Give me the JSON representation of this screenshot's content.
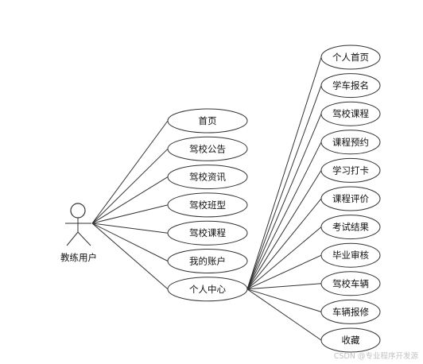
{
  "actor": {
    "name": "教练用户"
  },
  "primary_use_cases": [
    {
      "id": "uc-home",
      "label": "首页"
    },
    {
      "id": "uc-announcement",
      "label": "驾校公告"
    },
    {
      "id": "uc-news",
      "label": "驾校资讯"
    },
    {
      "id": "uc-classes",
      "label": "驾校班型"
    },
    {
      "id": "uc-courses",
      "label": "驾校课程"
    },
    {
      "id": "uc-my-account",
      "label": "我的账户"
    },
    {
      "id": "uc-personal-center",
      "label": "个人中心"
    }
  ],
  "personal_center_use_cases": [
    {
      "id": "uc-personal-home",
      "label": "个人首页"
    },
    {
      "id": "uc-enrollment",
      "label": "学车报名"
    },
    {
      "id": "uc-school-courses",
      "label": "驾校课程"
    },
    {
      "id": "uc-course-booking",
      "label": "课程预约"
    },
    {
      "id": "uc-study-checkin",
      "label": "学习打卡"
    },
    {
      "id": "uc-course-review",
      "label": "课程评价"
    },
    {
      "id": "uc-exam-results",
      "label": "考试结果"
    },
    {
      "id": "uc-graduation-review",
      "label": "毕业审核"
    },
    {
      "id": "uc-school-vehicles",
      "label": "驾校车辆"
    },
    {
      "id": "uc-vehicle-repair",
      "label": "车辆报修"
    },
    {
      "id": "uc-favorites",
      "label": "收藏"
    }
  ],
  "watermark": "CSDN @专业程序开发源"
}
